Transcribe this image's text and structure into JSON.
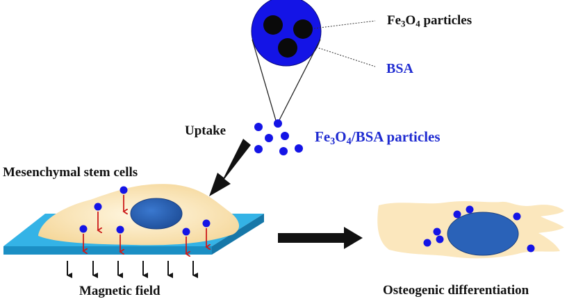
{
  "labels": {
    "fe3o4_prefix": "Fe",
    "fe3o4_sub1": "3",
    "fe3o4_mid": "O",
    "fe3o4_sub2": "4",
    "fe3o4_suffix": " particles",
    "bsa": "BSA",
    "composite_prefix": "Fe",
    "composite_sub1": "3",
    "composite_mid": "O",
    "composite_sub2": "4",
    "composite_suffix": "/BSA particles",
    "uptake": "Uptake",
    "mesenchymal": "Mesenchymal stem cells",
    "magnetic": "Magnetic field",
    "osteogenic": "Osteogenic differentiation"
  },
  "colors": {
    "particle_blue": "#1414e6",
    "cytoplasm": "#fbe7bd",
    "nucleus": "#2a62b8",
    "substrate": "#34b3e6",
    "force_arrow": "#cc1a1a",
    "iron_core": "#0a0a0a"
  }
}
